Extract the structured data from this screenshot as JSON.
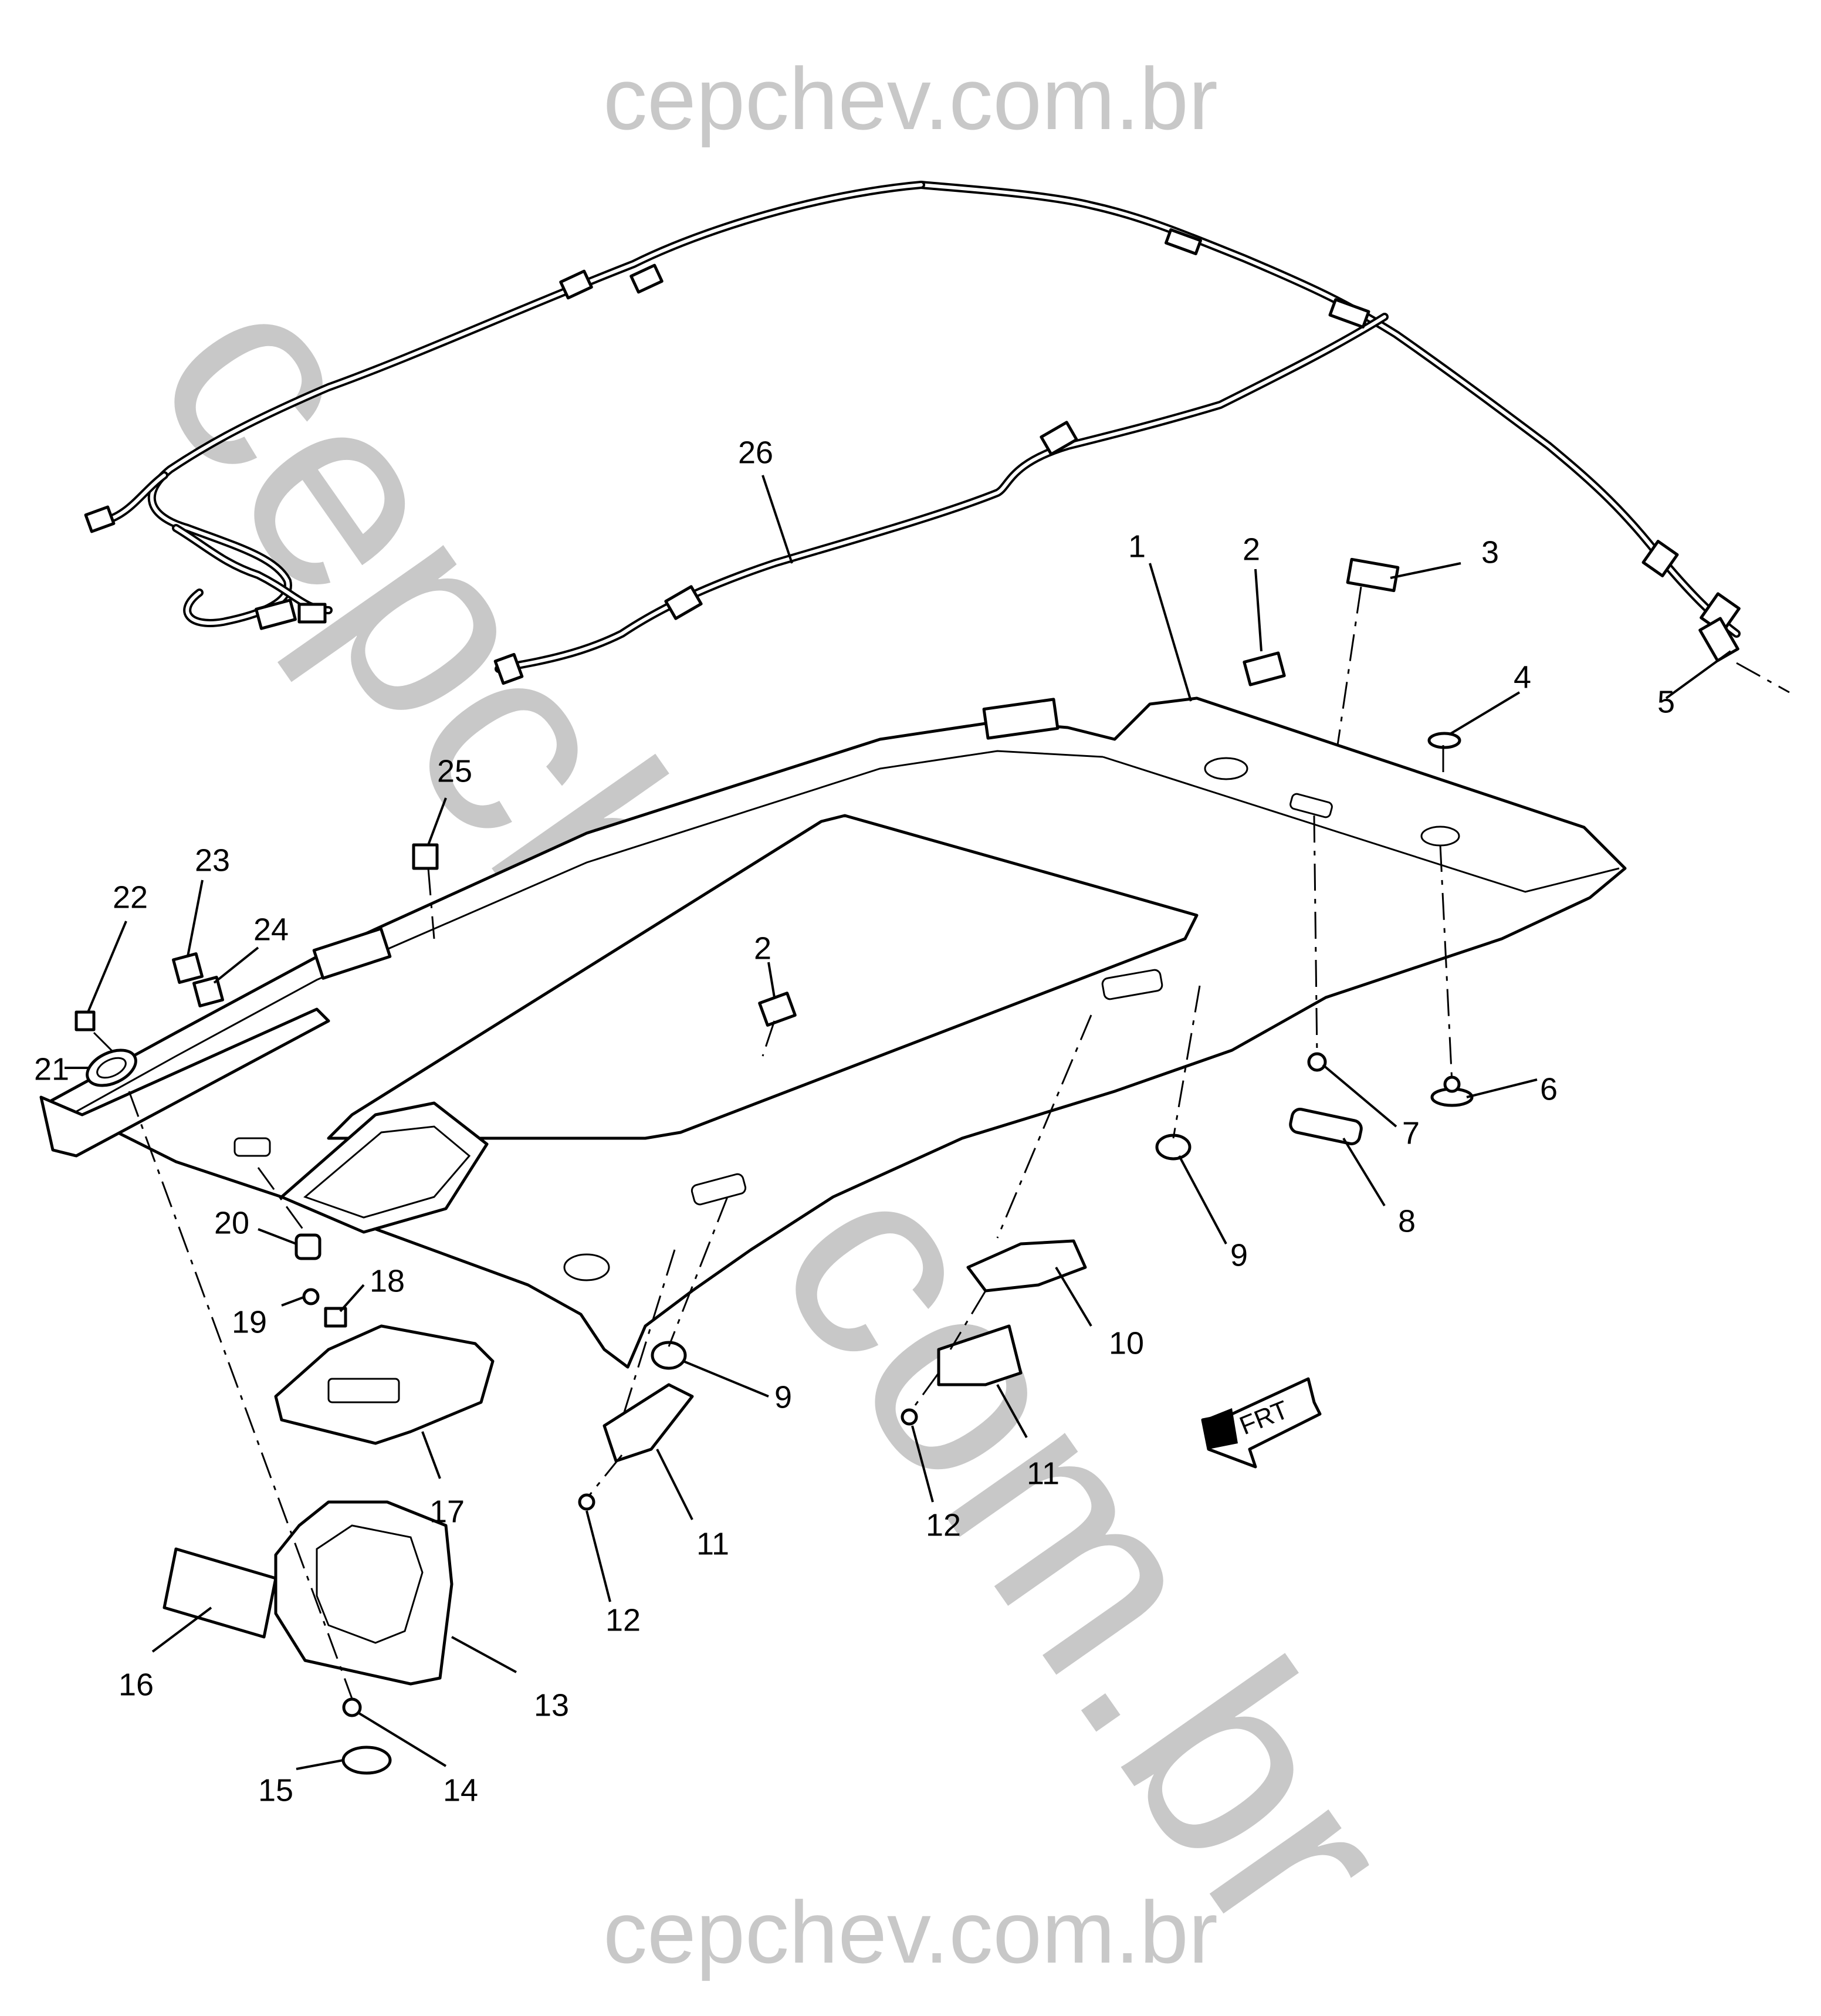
{
  "watermark": {
    "top": "cepchev.com.br",
    "diagonal": "cepchev.com.br",
    "bottom": "cepchev.com.br"
  },
  "callouts": [
    {
      "id": "c1",
      "text": "1"
    },
    {
      "id": "c2a",
      "text": "2"
    },
    {
      "id": "c2b",
      "text": "2"
    },
    {
      "id": "c3",
      "text": "3"
    },
    {
      "id": "c4",
      "text": "4"
    },
    {
      "id": "c5",
      "text": "5"
    },
    {
      "id": "c6",
      "text": "6"
    },
    {
      "id": "c7",
      "text": "7"
    },
    {
      "id": "c8",
      "text": "8"
    },
    {
      "id": "c9a",
      "text": "9"
    },
    {
      "id": "c9b",
      "text": "9"
    },
    {
      "id": "c10",
      "text": "10"
    },
    {
      "id": "c11a",
      "text": "11"
    },
    {
      "id": "c11b",
      "text": "11"
    },
    {
      "id": "c12a",
      "text": "12"
    },
    {
      "id": "c12b",
      "text": "12"
    },
    {
      "id": "c13",
      "text": "13"
    },
    {
      "id": "c14",
      "text": "14"
    },
    {
      "id": "c15",
      "text": "15"
    },
    {
      "id": "c16",
      "text": "16"
    },
    {
      "id": "c17",
      "text": "17"
    },
    {
      "id": "c18",
      "text": "18"
    },
    {
      "id": "c19",
      "text": "19"
    },
    {
      "id": "c20",
      "text": "20"
    },
    {
      "id": "c21",
      "text": "21"
    },
    {
      "id": "c22",
      "text": "22"
    },
    {
      "id": "c23",
      "text": "23"
    },
    {
      "id": "c24",
      "text": "24"
    },
    {
      "id": "c25",
      "text": "25"
    },
    {
      "id": "c26",
      "text": "26"
    }
  ],
  "direction_arrow": {
    "label": "FRT"
  }
}
